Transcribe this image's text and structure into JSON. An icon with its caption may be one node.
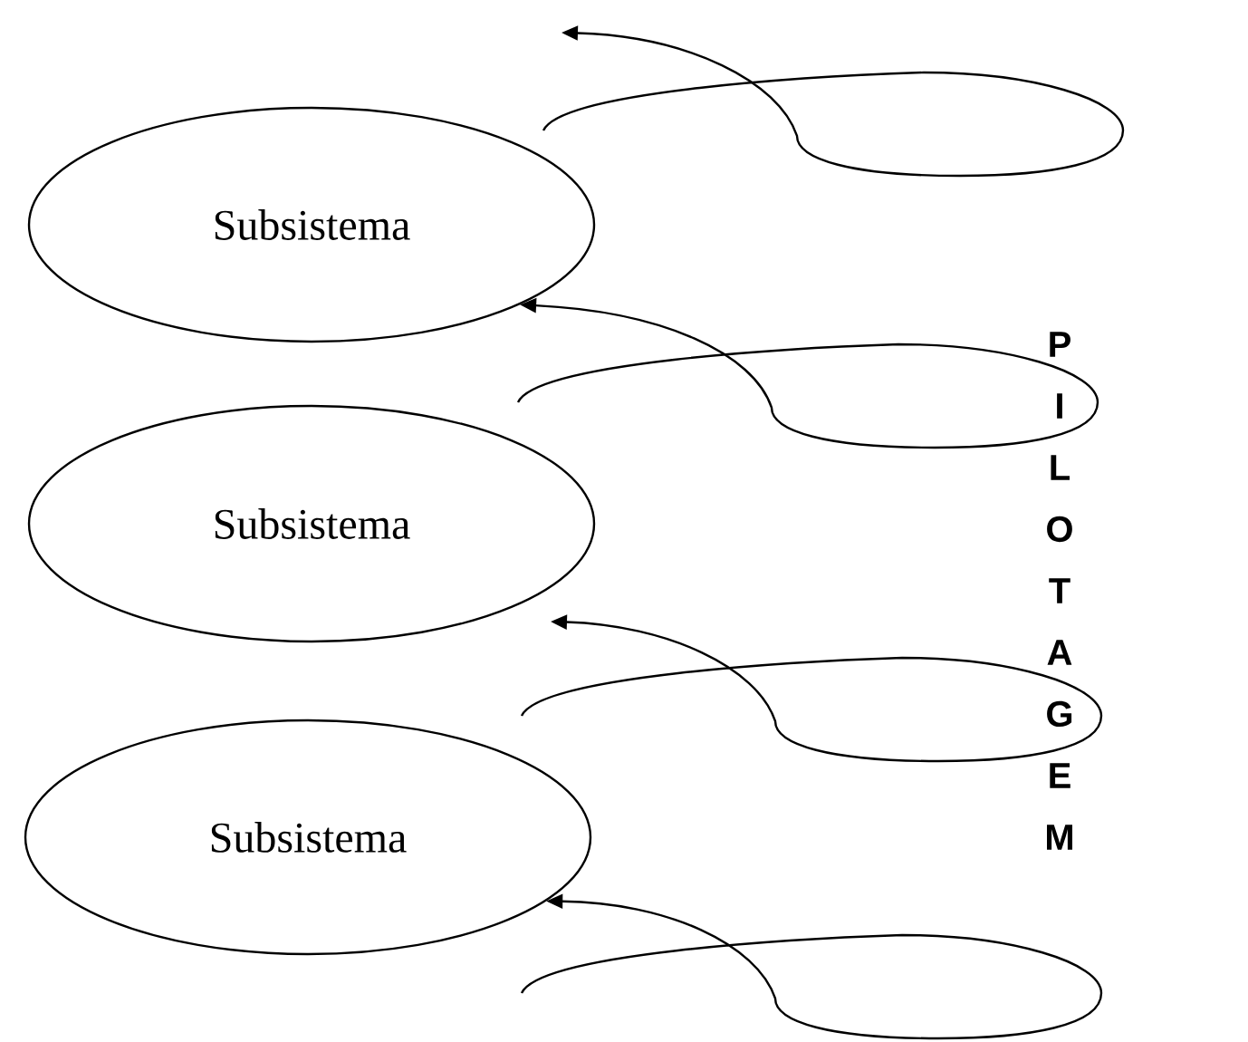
{
  "diagram": {
    "nodes": [
      {
        "text": [
          "Subsistema"
        ]
      },
      {
        "text": [
          "Subsistema"
        ]
      },
      {
        "text": [
          "Subsistema"
        ]
      }
    ],
    "edges": [
      {
        "from": null,
        "to": 0,
        "arrow": "to"
      },
      {
        "from": null,
        "to": 2,
        "arrow": "to"
      }
    ],
    "labels": [
      "PILOTAGEM"
    ]
  }
}
